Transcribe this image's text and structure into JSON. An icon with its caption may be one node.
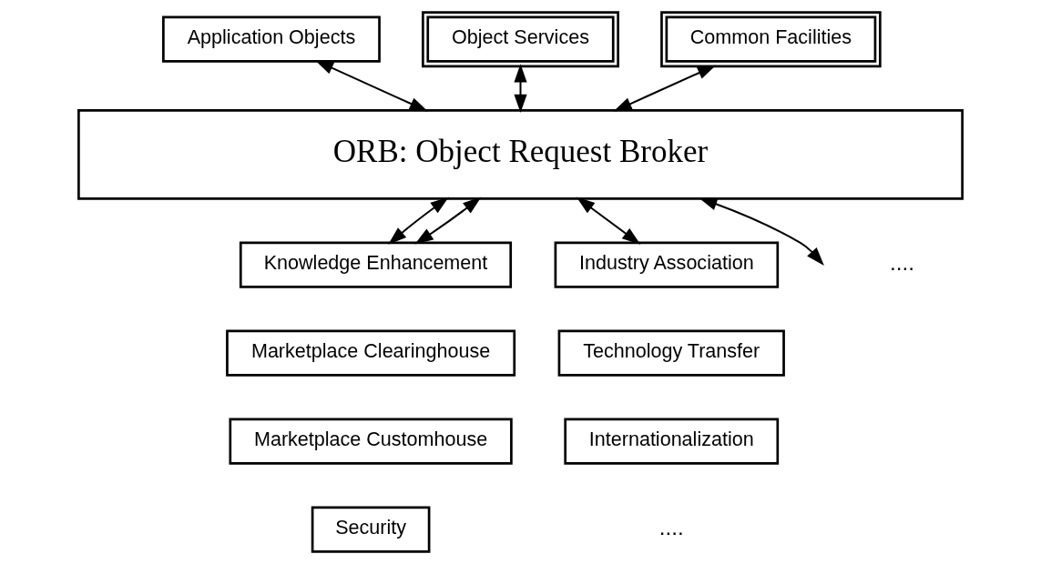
{
  "diagram": {
    "nodes": [
      {
        "text": [
          "Application Objects"
        ]
      },
      {
        "text": [
          "Object Services"
        ]
      },
      {
        "text": [
          "Common Facilities"
        ]
      },
      {
        "text": [
          "ORB: Object Request Broker"
        ]
      },
      {
        "text": [
          "Knowledge Enhancement"
        ]
      },
      {
        "text": [
          "Marketplace Clearinghouse"
        ]
      },
      {
        "text": [
          "Marketplace Customhouse"
        ]
      },
      {
        "text": [
          "Security"
        ]
      },
      {
        "text": [
          "Industry Association"
        ]
      },
      {
        "text": [
          "Technology Transfer"
        ]
      },
      {
        "text": [
          "Internationalization"
        ]
      }
    ],
    "edges": [
      {
        "from": 0,
        "to": 3,
        "arrow": "both"
      },
      {
        "from": 1,
        "to": 3,
        "arrow": "both"
      },
      {
        "from": 2,
        "to": 3,
        "arrow": "both"
      },
      {
        "from": 3,
        "to": 4,
        "arrow": "both"
      },
      {
        "from": 3,
        "to": 4,
        "arrow": "both"
      },
      {
        "from": 3,
        "to": null,
        "arrow": "both"
      },
      {
        "from": 3,
        "to": 8,
        "arrow": "both"
      }
    ],
    "labels": [
      "....",
      "...."
    ]
  }
}
